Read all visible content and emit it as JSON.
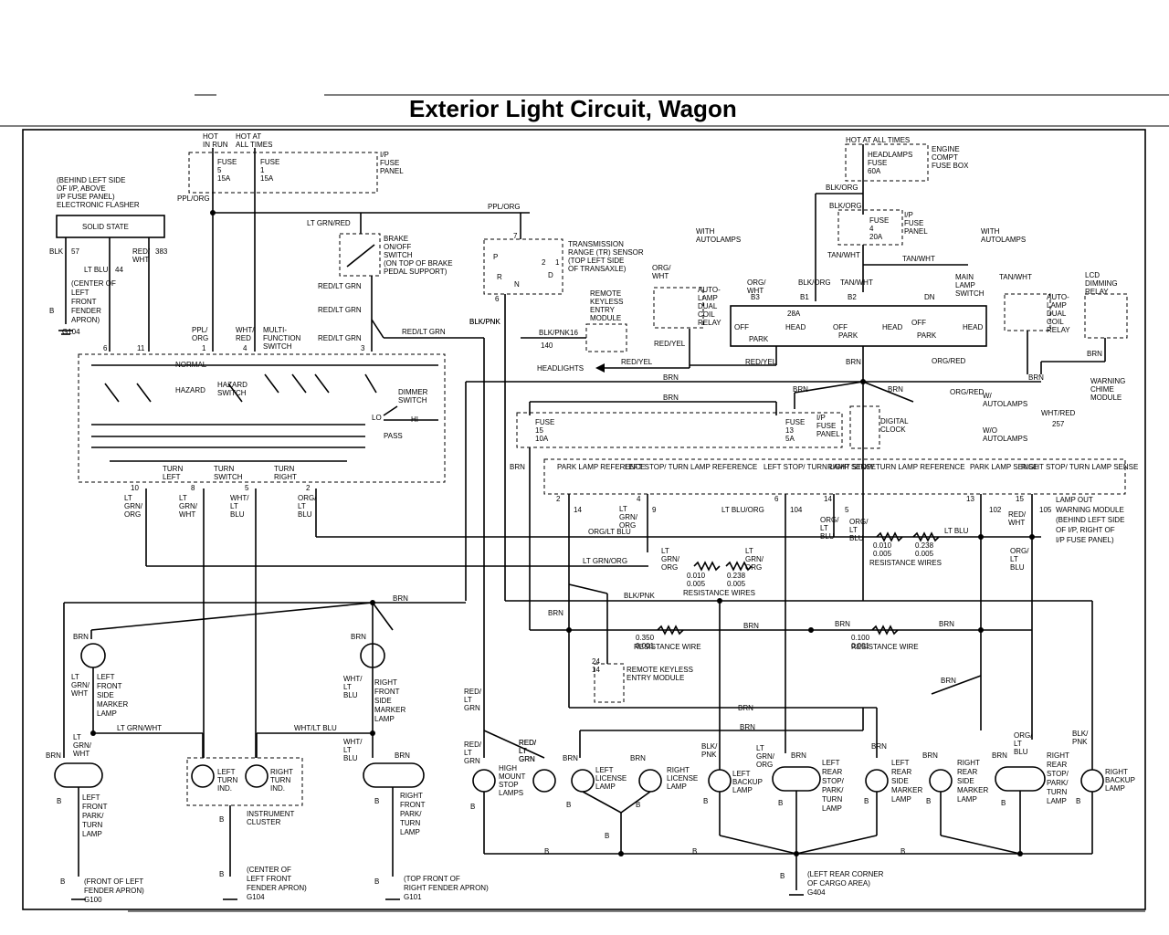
{
  "title": "Exterior Light Circuit, Wagon",
  "labels": {
    "hot_in_run": [
      "HOT",
      "IN RUN"
    ],
    "hot_at_all_times": [
      "HOT AT",
      "ALL TIMES"
    ],
    "fuse5": [
      "FUSE",
      "5",
      "15A"
    ],
    "fuse1": [
      "FUSE",
      "1",
      "15A"
    ],
    "ip_fuse_panel": [
      "I/P",
      "FUSE",
      "PANEL"
    ],
    "flasher_loc": [
      "(BEHIND LEFT SIDE",
      "OF I/P, ABOVE",
      "I/P FUSE PANEL)",
      "ELECTRONIC FLASHER"
    ],
    "solid_state": "SOLID STATE",
    "ppl_org": "PPL/ORG",
    "blk": "BLK",
    "c57": "57",
    "lt_blu": "LT BLU",
    "c44": "44",
    "red_wht": [
      "RED/",
      "WHT"
    ],
    "c383": "383",
    "g104_loc": [
      "(CENTER OF",
      "LEFT",
      "FRONT",
      "FENDER",
      "APRON)"
    ],
    "g104": "G104",
    "lt_grn_red": "LT GRN/RED",
    "brake_switch": [
      "BRAKE",
      "ON/OFF",
      "SWITCH",
      "(ON TOP OF BRAKE",
      "PEDAL SUPPORT)"
    ],
    "red_lt_grn": "RED/LT GRN",
    "ppl_org_split": [
      "PPL/",
      "ORG"
    ],
    "wht_red_split": [
      "WHT/",
      "RED"
    ],
    "multifunction": [
      "MULTI-",
      "FUNCTION",
      "SWITCH"
    ],
    "normal": "NORMAL",
    "hazard": "HAZARD",
    "hazard_switch": [
      "HAZARD",
      "SWITCH"
    ],
    "dimmer_switch": [
      "DIMMER",
      "SWITCH"
    ],
    "lo": "LO",
    "hi": "HI",
    "pass": "PASS",
    "turn_left": [
      "TURN",
      "LEFT"
    ],
    "turn_switch": [
      "TURN",
      "SWITCH"
    ],
    "turn_right": [
      "TURN",
      "RIGHT"
    ],
    "pins_top": [
      "6",
      "11",
      "1",
      "4",
      "3"
    ],
    "pins_bottom": [
      "10",
      "8",
      "5",
      "2"
    ],
    "lt_grn_org": [
      "LT",
      "GRN/",
      "ORG"
    ],
    "lt_grn_wht": [
      "LT",
      "GRN/",
      "WHT"
    ],
    "wht_lt_blu": [
      "WHT/",
      "LT",
      "BLU"
    ],
    "org_lt_blu": [
      "ORG/",
      "LT",
      "BLU"
    ],
    "trans_range": [
      "TRANSMISSION",
      "RANGE (TR) SENSOR",
      "(TOP LEFT SIDE",
      "OF TRANSAXLE)"
    ],
    "tr_letters": [
      "P",
      "R",
      "N",
      "D",
      "2",
      "1"
    ],
    "tr_pin7": "7",
    "tr_pin6": "6",
    "rke_module_top": [
      "REMOTE",
      "KEYLESS",
      "ENTRY",
      "MODULE"
    ],
    "blk_pnk": "BLK/PNK",
    "c140": "140",
    "c16": "16",
    "headlights": "HEADLIGHTS",
    "red_yel": "RED/YEL",
    "with_autolamps": [
      "WITH",
      "AUTOLAMPS"
    ],
    "org_wht": [
      "ORG/",
      "WHT"
    ],
    "auto_lamp_relay": [
      "AUTO-",
      "LAMP",
      "DUAL",
      "COIL",
      "RELAY"
    ],
    "hot_all_times_eng": "HOT AT ALL TIMES",
    "headlamps_fuse": [
      "HEADLAMPS",
      "FUSE",
      "60A"
    ],
    "engine_fuse_box": [
      "ENGINE",
      "COMPT",
      "FUSE BOX"
    ],
    "blk_org": "BLK/ORG",
    "fuse4": [
      "FUSE",
      "4",
      "20A"
    ],
    "tan_wht": "TAN/WHT",
    "main_lamp_switch": [
      "MAIN",
      "LAMP",
      "SWITCH"
    ],
    "lcd_dimming_relay": [
      "LCD",
      "DIMMING",
      "RELAY"
    ],
    "b_pins": [
      "B3",
      "B1",
      "B2",
      "DN"
    ],
    "a28": "28A",
    "head": "HEAD",
    "park": "PARK",
    "off": "OFF",
    "brn": "BRN",
    "org_red": "ORG/RED",
    "w_autolamps": [
      "W/",
      "AUTOLAMPS"
    ],
    "wo_autolamps": [
      "W/O",
      "AUTOLAMPS"
    ],
    "warning_chime": [
      "WARNING",
      "CHIME",
      "MODULE"
    ],
    "wht_red": "WHT/RED",
    "c257": "257",
    "fuse15": [
      "FUSE",
      "15",
      "10A"
    ],
    "fuse13": [
      "FUSE",
      "13",
      "5A"
    ],
    "digital_clock": [
      "DIGITAL",
      "CLOCK"
    ],
    "lamp_out_module": [
      "LAMP OUT",
      "WARNING MODULE",
      "(BEHIND LEFT SIDE",
      "OF I/P, RIGHT OF",
      "I/P FUSE PANEL)"
    ],
    "lom_refs": [
      "PARK LAMP REFERENCE",
      "LEFT STOP/ TURN LAMP REFERENCE",
      "LEFT STOP/ TURN LAMP SENSE",
      "RIGHT STOP/ TURN LAMP REFERENCE",
      "PARK LAMP SENSE",
      "RIGHT STOP/ TURN LAMP SENSE"
    ],
    "lom_pins": [
      "2",
      "4",
      "6",
      "14",
      "13",
      "15"
    ],
    "lom_circuits": [
      "14",
      "9",
      "104",
      "5",
      "102",
      "105"
    ],
    "lt_blu_org": "LT BLU/ORG",
    "org_lt_blu_h": "ORG/LT BLU",
    "lt_grn_org_h": "LT GRN/ORG",
    "resistance_wires": "RESISTANCE WIRES",
    "resistance_wire": "RESISTANCE WIRE",
    "res_a": [
      "0.010",
      "0.005"
    ],
    "res_b": [
      "0.238",
      "0.005"
    ],
    "res_c": [
      "0.350",
      "0.001"
    ],
    "res_d": [
      "0.100",
      "0.001"
    ],
    "rke_module_bot": [
      "REMOTE KEYLESS",
      "ENTRY MODULE"
    ],
    "rke_pins": [
      "24",
      "14"
    ],
    "lamps": {
      "left_front_marker": [
        "LEFT",
        "FRONT",
        "SIDE",
        "MARKER",
        "LAMP"
      ],
      "right_front_marker": [
        "RIGHT",
        "FRONT",
        "SIDE",
        "MARKER",
        "LAMP"
      ],
      "left_front_park": [
        "LEFT",
        "FRONT",
        "PARK/",
        "TURN",
        "LAMP"
      ],
      "right_front_park": [
        "RIGHT",
        "FRONT",
        "PARK/",
        "TURN",
        "LAMP"
      ],
      "left_turn_ind": [
        "LEFT",
        "TURN",
        "IND."
      ],
      "right_turn_ind": [
        "RIGHT",
        "TURN",
        "IND."
      ],
      "instrument_cluster": [
        "INSTRUMENT",
        "CLUSTER"
      ],
      "hmsl": [
        "HIGH",
        "MOUNT",
        "STOP",
        "LAMPS"
      ],
      "left_license": [
        "LEFT",
        "LICENSE",
        "LAMP"
      ],
      "right_license": [
        "RIGHT",
        "LICENSE",
        "LAMP"
      ],
      "left_backup": [
        "LEFT",
        "BACKUP",
        "LAMP"
      ],
      "left_rear_stop": [
        "LEFT",
        "REAR",
        "STOP/",
        "PARK/",
        "TURN",
        "LAMP"
      ],
      "left_rear_marker": [
        "LEFT",
        "REAR",
        "SIDE",
        "MARKER",
        "LAMP"
      ],
      "right_rear_marker": [
        "RIGHT",
        "REAR",
        "SIDE",
        "MARKER",
        "LAMP"
      ],
      "right_rear_stop": [
        "RIGHT",
        "REAR",
        "STOP/",
        "PARK/",
        "TURN",
        "LAMP"
      ],
      "right_backup": [
        "RIGHT",
        "BACKUP",
        "LAMP"
      ]
    },
    "grounds": {
      "g100": [
        "(FRONT OF LEFT",
        "FENDER APRON)",
        "G100"
      ],
      "g104b": [
        "(CENTER OF",
        "LEFT FRONT",
        "FENDER APRON)",
        "G104"
      ],
      "g101": [
        "(TOP FRONT OF",
        "RIGHT FENDER APRON)",
        "G101"
      ],
      "g404": [
        "(LEFT REAR CORNER",
        "OF CARGO AREA)",
        "G404"
      ]
    },
    "lt_grn_wht_h": "LT GRN/WHT",
    "wht_lt_blu_h": "WHT/LT BLU",
    "blk_pnk_split": [
      "BLK/",
      "PNK"
    ],
    "red_lt_grn_split": [
      "RED/",
      "LT",
      "GRN"
    ],
    "org_lt_blu_split": [
      "ORG/",
      "LT",
      "BLU"
    ]
  }
}
